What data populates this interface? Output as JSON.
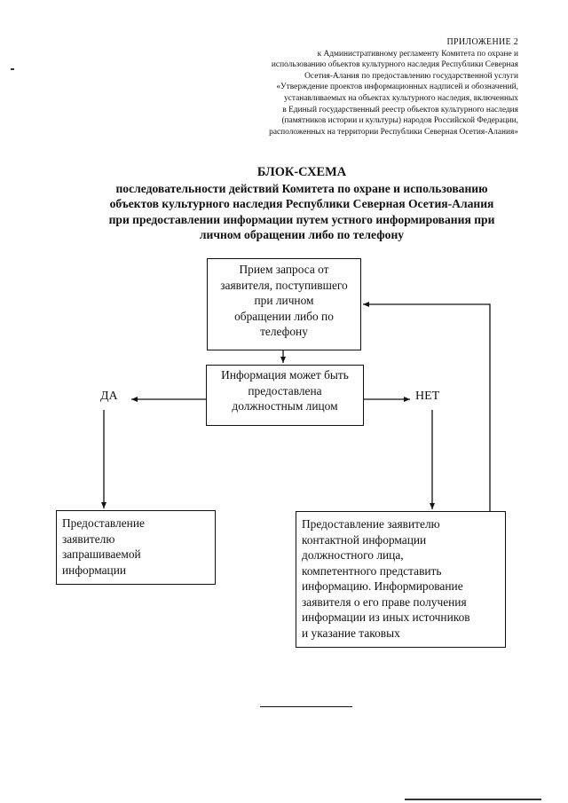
{
  "appendix": {
    "header": "ПРИЛОЖЕНИЕ 2",
    "lines": [
      "к Административному регламенту Комитета по охране и",
      "использованию объектов культурного наследия Республики Северная",
      "Осетия-Алания по предоставлению государственной услуги",
      "«Утверждение проектов   информационных  надписей и обозначений,",
      "устанавливаемых на объектах  культурного наследия, включенных",
      "в Единый государственный реестр объектов культурного наследия",
      "(памятников истории и культуры) народов Российской Федерации,",
      "расположенных  на территории Республики Северная Осетия-Алания»"
    ]
  },
  "title": {
    "heading": "БЛОК-СХЕМА",
    "lines": [
      "последовательности действий Комитета по охране и использованию",
      "объектов культурного наследия Республики Северная Осетия-Алания",
      "при предоставлении информации   путем устного информирования при",
      "личном обращении либо по телефону"
    ]
  },
  "flowchart": {
    "box_request": [
      "Прием запроса от",
      "заявителя, поступившего",
      "при личном",
      "обращении либо по",
      "телефону"
    ],
    "box_decision": [
      "Информация может быть",
      "предоставлена",
      "должностным лицом"
    ],
    "label_yes": "ДА",
    "label_no": "НЕТ",
    "box_provide": [
      "Предоставление",
      "заявителю",
      "запрашиваемой",
      "информации"
    ],
    "box_contact": [
      "Предоставление заявителю",
      "контактной информации",
      "должностного лица,",
      "компетентного представить",
      "информацию. Информирование",
      "заявителя о его праве получения",
      "информации из иных источников",
      "и указание таковых"
    ]
  }
}
